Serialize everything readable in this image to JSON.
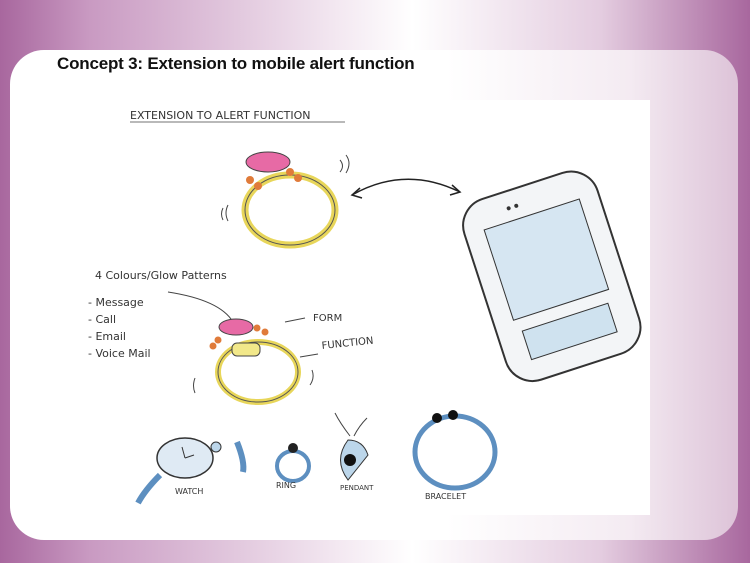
{
  "slide": {
    "title": "Concept 3: Extension to mobile alert function"
  },
  "sketch": {
    "heading": "EXTENSION TO ALERT FUNCTION",
    "glow_note": "4 Colours/Glow Patterns",
    "alerts": [
      "- Message",
      "- Call",
      "- Email",
      "- Voice Mail"
    ],
    "form_label": "FORM",
    "function_label": "FUNCTION",
    "products": [
      "WATCH",
      "RING",
      "PENDANT",
      "BRACELET"
    ]
  }
}
